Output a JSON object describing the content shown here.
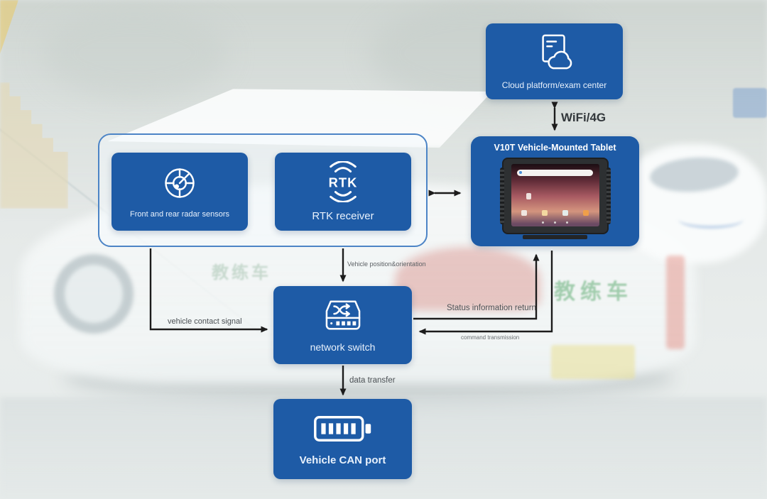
{
  "background": {
    "coach_car_text_right": "教练车",
    "coach_car_text_left": "教练车"
  },
  "diagram": {
    "cloud_box": {
      "label": "Cloud platform/exam center"
    },
    "link_wifi_label": "WiFi/4G",
    "tablet_box": {
      "title": "V10T Vehicle-Mounted Tablet"
    },
    "sensor_group": {
      "radar_box": {
        "label": "Front and rear radar sensors"
      },
      "rtk_box": {
        "label": "RTK receiver",
        "icon_text": "RTK"
      }
    },
    "switch_box": {
      "label": "network switch"
    },
    "can_box": {
      "label": "Vehicle CAN port"
    },
    "edge_labels": {
      "position": "Vehicle position&orientation",
      "contact": "vehicle contact signal",
      "status": "Status information return",
      "command": "command transmission",
      "data": "data transfer"
    },
    "colors": {
      "box_blue": "#1e5ba6",
      "group_border": "#4c84c6",
      "arrow": "#1c1c1c"
    }
  }
}
